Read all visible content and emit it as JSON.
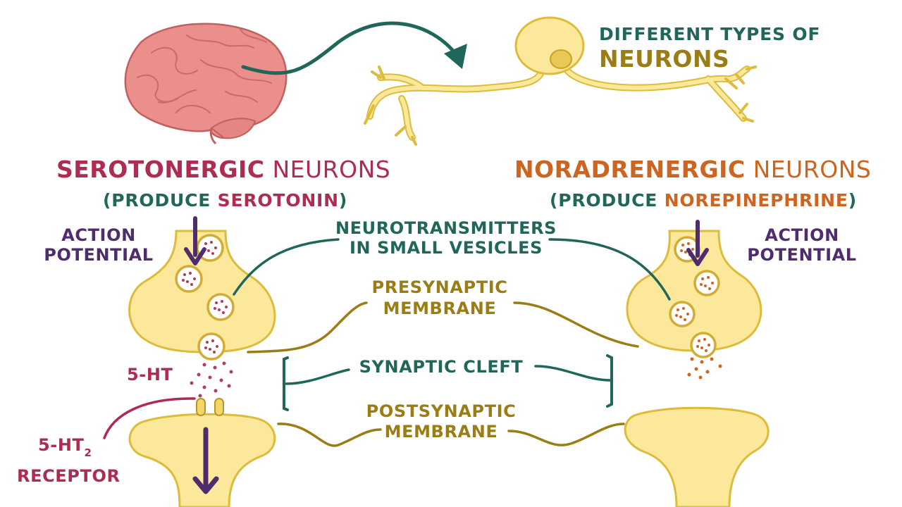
{
  "colors": {
    "teal": "#20675a",
    "olive": "#9a7d14",
    "crimson": "#ad2c4f",
    "orange": "#cd6420",
    "purple": "#4f2c6e",
    "neuron_fill": "#fbe89a",
    "neuron_stroke": "#dcbc3a",
    "brain": "#eb8f8c"
  },
  "neuron_types": {
    "line1": "DIFFERENT TYPES OF",
    "line2": "NEURONS"
  },
  "serotonergic": {
    "bold": "SEROTONERGIC",
    "rest": " NEURONS",
    "paren_open": "(PRODUCE ",
    "product": "SEROTONIN",
    "paren_close": ")"
  },
  "noradrenergic": {
    "bold": "NORADRENERGIC",
    "rest": " NEURONS",
    "paren_open": "(PRODUCE ",
    "product": "NOREPINEPHRINE",
    "paren_close": ")"
  },
  "action_potential_left": {
    "line1": "ACTION",
    "line2": "POTENTIAL"
  },
  "action_potential_right": {
    "line1": "ACTION",
    "line2": "POTENTIAL"
  },
  "vesicles_label": {
    "line1": "NEUROTRANSMITTERS",
    "line2": "IN SMALL VESICLES"
  },
  "presynaptic_label": {
    "line1": "PRESYNAPTIC",
    "line2": "MEMBRANE"
  },
  "cleft_label": "SYNAPTIC CLEFT",
  "postsynaptic_label": {
    "line1": "POSTSYNAPTIC",
    "line2": "MEMBRANE"
  },
  "ht_label": "5-HT",
  "receptor_label": {
    "name": "5-HT",
    "subscript": "2",
    "line2": "RECEPTOR"
  }
}
